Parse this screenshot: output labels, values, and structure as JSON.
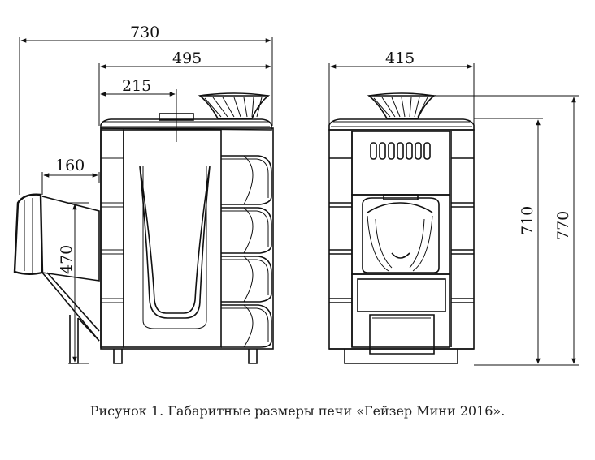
{
  "dimensions": {
    "overall_width": "730",
    "body_width": "495",
    "top_offset": "215",
    "pipe_offset": "160",
    "pipe_height": "470",
    "front_width": "415",
    "height_inner": "710",
    "height_total": "770"
  },
  "caption": "Рисунок 1. Габаритные размеры печи «Гейзер Мини 2016»."
}
